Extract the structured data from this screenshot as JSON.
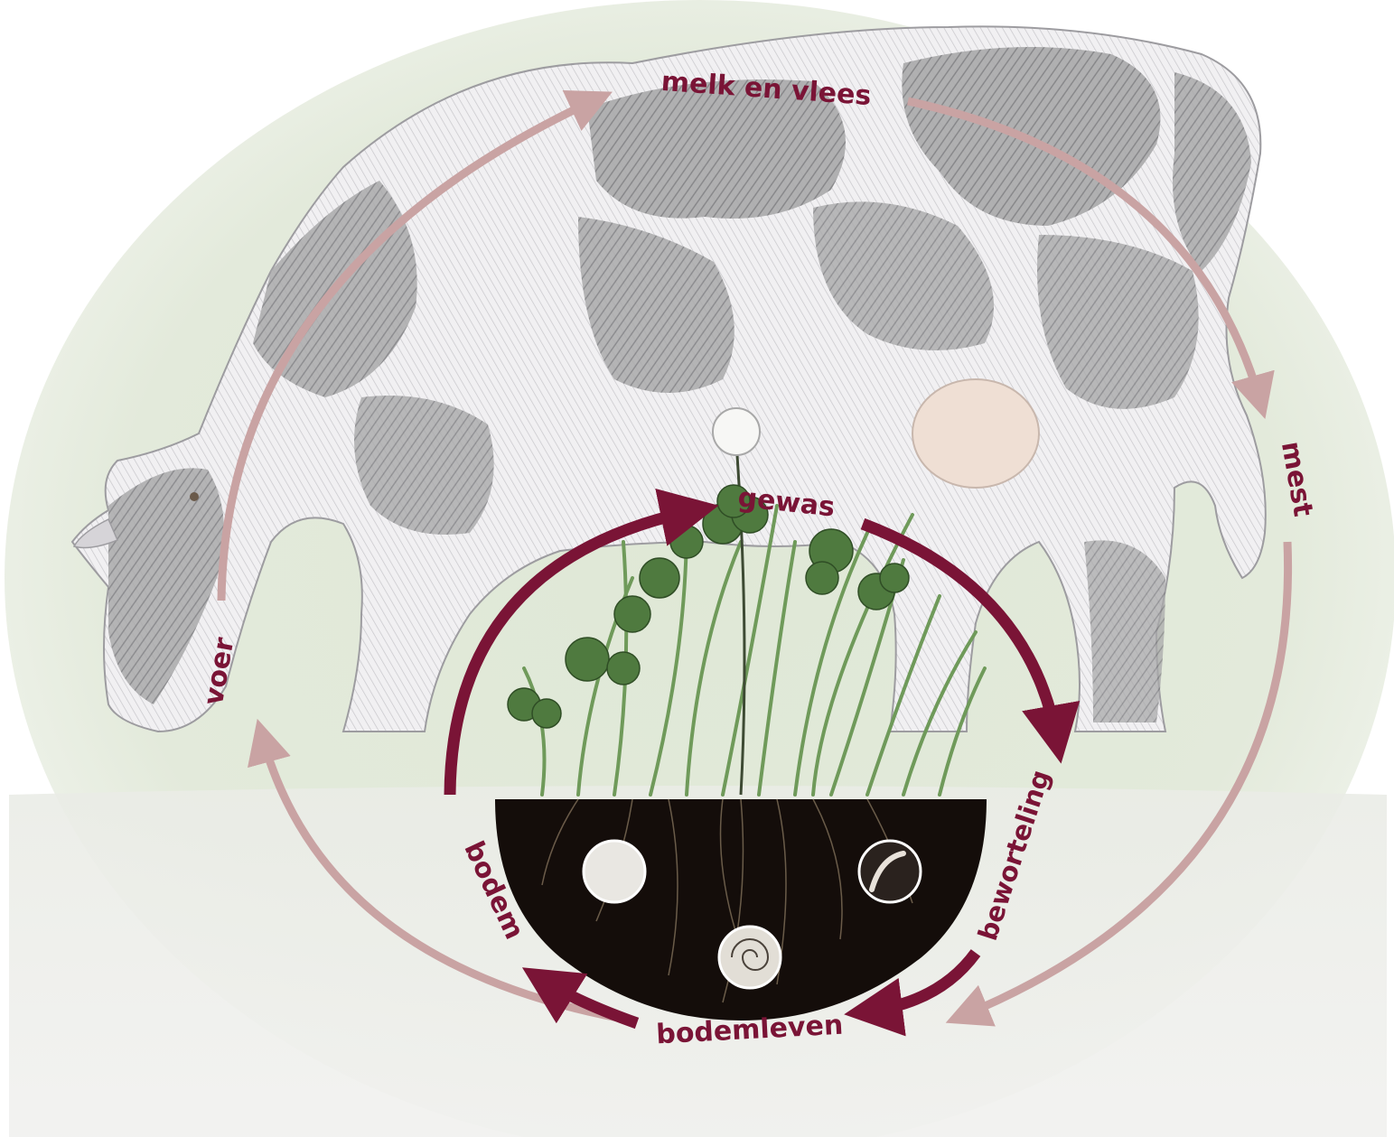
{
  "outer_cycle": {
    "melk": "melk en vlees",
    "mest": "mest",
    "voer": "voer"
  },
  "inner_cycle": {
    "gewas": "gewas",
    "beworteling": "beworteling",
    "bodemleven": "bodemleven",
    "bodem": "bodem"
  },
  "colors": {
    "outer_arrow": "#c9a3a3",
    "inner_arrow": "#7a1436",
    "label": "#7a1436",
    "background_green": "#dfe8d6",
    "soil": "#140d0a",
    "grass": "#6f9a5a"
  }
}
